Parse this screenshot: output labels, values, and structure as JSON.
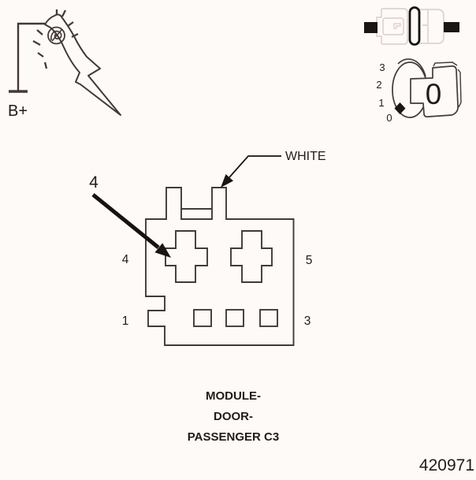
{
  "figure": {
    "number": "420971"
  },
  "test_light": {
    "terminal_label": "B+"
  },
  "dial_icon": {
    "scale": [
      "3",
      "2",
      "1",
      "0"
    ],
    "face_value": "0"
  },
  "diagram": {
    "wire_color_label": "WHITE",
    "pin_callout": "4",
    "connector": {
      "cavities": {
        "left_top": "4",
        "right_top": "5",
        "left_bottom": "1",
        "right_bottom": "3"
      },
      "name_lines": [
        "MODULE-",
        "DOOR-",
        "PASSENGER C3"
      ]
    }
  },
  "icons": {
    "test_light": "test-light-probe-icon",
    "battery_terminal": "battery-positive-terminal-symbol",
    "mated_connector": "connector-mated-side-view-icon",
    "dial": "zero-clicks-dial-icon"
  },
  "colors": {
    "background": "#fdfaf8",
    "line": "#443936",
    "bold_line": "#161211",
    "light_outline": "#dcc9c7",
    "text": "#211b19"
  }
}
